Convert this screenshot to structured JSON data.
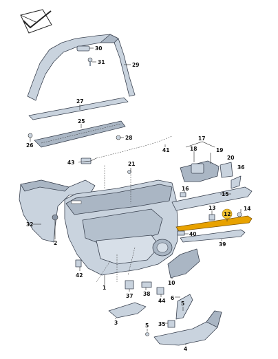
{
  "diagram": {
    "callouts": [
      {
        "id": "c30",
        "text": "30"
      },
      {
        "id": "c31",
        "text": "31"
      },
      {
        "id": "c29",
        "text": "29"
      },
      {
        "id": "c27",
        "text": "27"
      },
      {
        "id": "c25",
        "text": "25"
      },
      {
        "id": "c28",
        "text": "28"
      },
      {
        "id": "c26",
        "text": "26"
      },
      {
        "id": "c41",
        "text": "41"
      },
      {
        "id": "c17",
        "text": "17"
      },
      {
        "id": "c18",
        "text": "18"
      },
      {
        "id": "c19",
        "text": "19"
      },
      {
        "id": "c20",
        "text": "20"
      },
      {
        "id": "c36",
        "text": "36"
      },
      {
        "id": "c43",
        "text": "43"
      },
      {
        "id": "c21",
        "text": "21"
      },
      {
        "id": "c16",
        "text": "16"
      },
      {
        "id": "c15",
        "text": "15"
      },
      {
        "id": "c13",
        "text": "13"
      },
      {
        "id": "c12",
        "text": "12"
      },
      {
        "id": "c14",
        "text": "14"
      },
      {
        "id": "c32",
        "text": "32"
      },
      {
        "id": "c2",
        "text": "2"
      },
      {
        "id": "c40",
        "text": "40"
      },
      {
        "id": "c39",
        "text": "39"
      },
      {
        "id": "c42",
        "text": "42"
      },
      {
        "id": "c1",
        "text": "1"
      },
      {
        "id": "c10",
        "text": "10"
      },
      {
        "id": "c37",
        "text": "37"
      },
      {
        "id": "c38",
        "text": "38"
      },
      {
        "id": "c44",
        "text": "44"
      },
      {
        "id": "c5a",
        "text": "5"
      },
      {
        "id": "c6",
        "text": "6"
      },
      {
        "id": "c3",
        "text": "3"
      },
      {
        "id": "c35",
        "text": "35"
      },
      {
        "id": "c5b",
        "text": "5"
      },
      {
        "id": "c4",
        "text": "4"
      }
    ],
    "colors": {
      "part_fill": "#c9d3de",
      "part_shade": "#aab6c4",
      "highlight": "#e8a200",
      "highlight_ring": "#f2c230",
      "line": "#222222"
    },
    "icons": {
      "logo": "checkmark-envelope-icon"
    }
  }
}
